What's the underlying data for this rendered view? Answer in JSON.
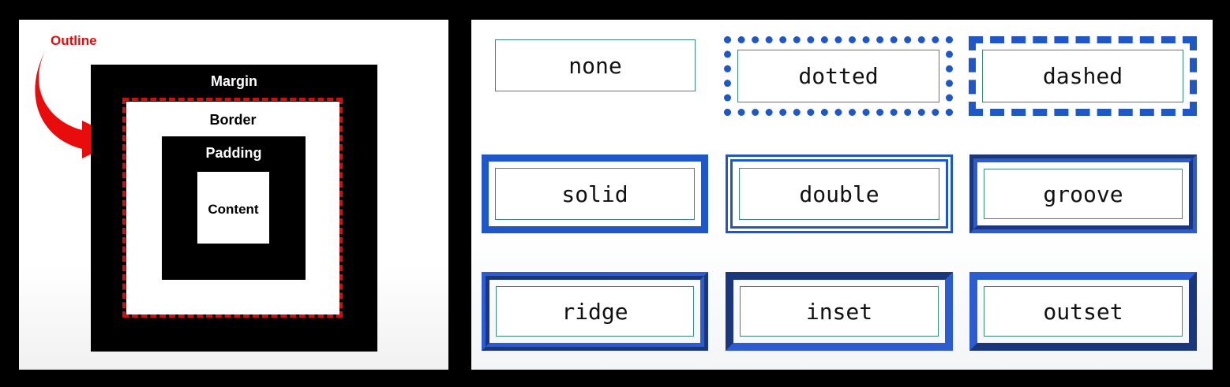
{
  "box_model": {
    "outline_label": "Outline",
    "margin_label": "Margin",
    "border_label": "Border",
    "padding_label": "Padding",
    "content_label": "Content",
    "outline_color": "#d10d0d"
  },
  "border_styles": {
    "accent_color": "#1f56c8",
    "inner_border_color": "#3a8c76",
    "items": [
      "none",
      "dotted",
      "dashed",
      "solid",
      "double",
      "groove",
      "ridge",
      "inset",
      "outset"
    ]
  }
}
